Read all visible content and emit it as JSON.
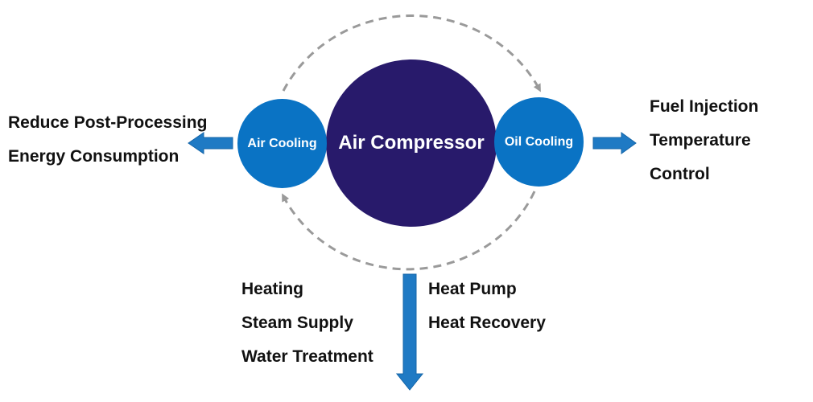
{
  "colors": {
    "main_node": "#281a6b",
    "cooling_node": "#0a73c4",
    "arrow": "#1f7ac4",
    "dashed_cycle": "#9a9a9a",
    "text": "#111111"
  },
  "nodes": {
    "main": {
      "label": "Air Compressor"
    },
    "air_cooling": {
      "label": "Air Cooling"
    },
    "oil_cooling": {
      "label": "Oil Cooling"
    }
  },
  "outputs": {
    "left": {
      "lines": [
        "Reduce Post-Processing",
        "Energy Consumption"
      ]
    },
    "right": {
      "lines": [
        "Fuel Injection",
        "Temperature",
        "Control"
      ]
    },
    "bottom_left": {
      "lines": [
        "Heating",
        "Steam Supply",
        "Water Treatment"
      ]
    },
    "bottom_right": {
      "lines": [
        "Heat Pump",
        "Heat Recovery"
      ]
    }
  }
}
